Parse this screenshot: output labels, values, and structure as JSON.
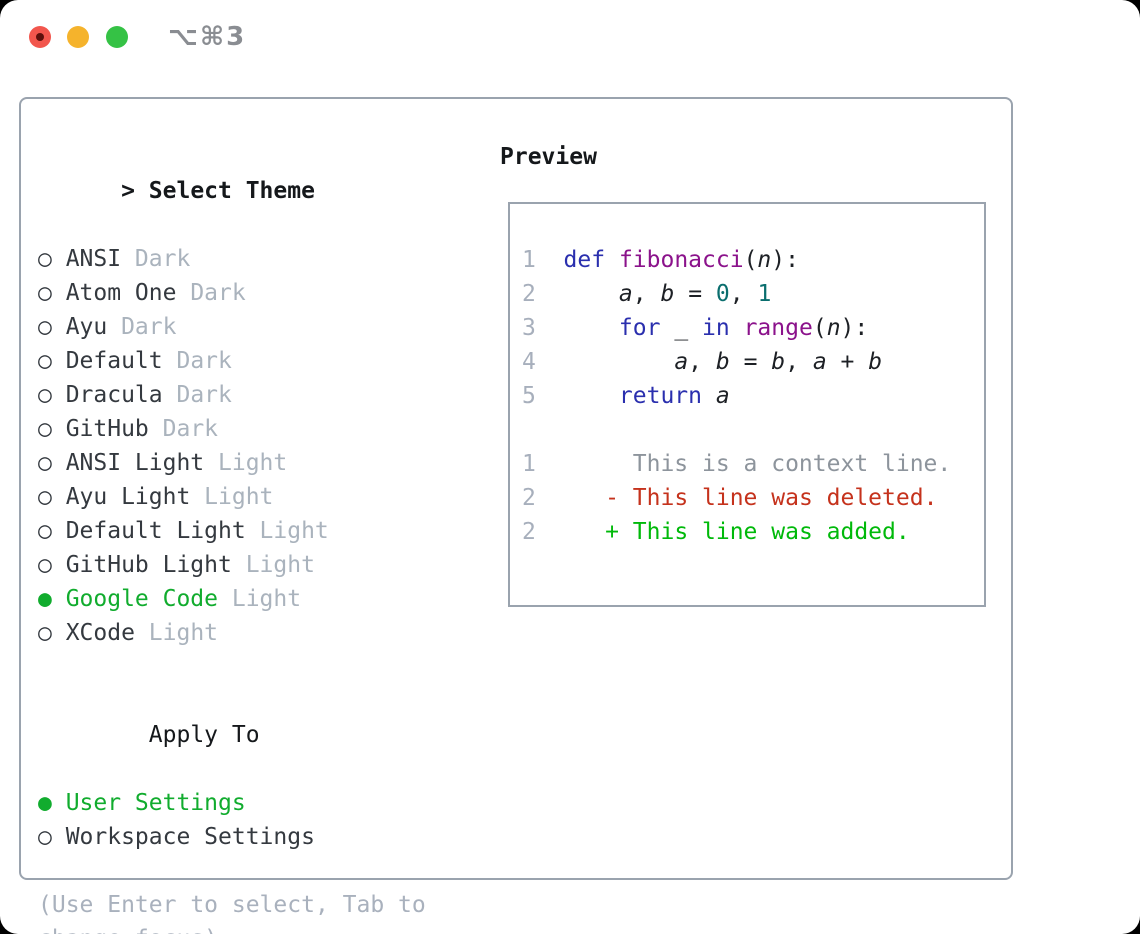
{
  "window": {
    "title": "⌥⌘3"
  },
  "colors": {
    "kw": "#2a2fae",
    "fn": "#8b128b",
    "num": "#0a6e6e",
    "text": "#1d2025",
    "ln": "#a7afbc",
    "ctx": "#8d949c",
    "del": "#c5321c",
    "add": "#00b90a",
    "sel": "#11ac2e",
    "muted": "#aab3bd",
    "name": "#34393f",
    "header": "#15181b",
    "help": "#a9b1bd",
    "border": "#9aa3ae",
    "titlebar_text": "#8a8d92",
    "light_red": "#f2564d",
    "light_red_dot": "#5c100c",
    "light_yellow": "#f5b32c",
    "light_green": "#35c245"
  },
  "theme_picker": {
    "header_prefix": ">",
    "header": "Select Theme",
    "items": [
      {
        "name": "ANSI",
        "variant": "Dark",
        "selected": false
      },
      {
        "name": "Atom One",
        "variant": "Dark",
        "selected": false
      },
      {
        "name": "Ayu",
        "variant": "Dark",
        "selected": false
      },
      {
        "name": "Default",
        "variant": "Dark",
        "selected": false
      },
      {
        "name": "Dracula",
        "variant": "Dark",
        "selected": false
      },
      {
        "name": "GitHub",
        "variant": "Dark",
        "selected": false
      },
      {
        "name": "ANSI Light",
        "variant": "Light",
        "selected": false
      },
      {
        "name": "Ayu Light",
        "variant": "Light",
        "selected": false
      },
      {
        "name": "Default Light",
        "variant": "Light",
        "selected": false
      },
      {
        "name": "GitHub Light",
        "variant": "Light",
        "selected": false
      },
      {
        "name": "Google Code",
        "variant": "Light",
        "selected": true
      },
      {
        "name": "XCode",
        "variant": "Light",
        "selected": false
      }
    ]
  },
  "apply_to": {
    "header": "Apply To",
    "options": [
      {
        "label": "User Settings",
        "selected": true
      },
      {
        "label": "Workspace Settings",
        "selected": false
      }
    ]
  },
  "help_text": "(Use Enter to select, Tab to change focus)",
  "preview": {
    "header": "Preview",
    "lines": [
      {
        "num": "1",
        "tokens": [
          {
            "t": "def",
            "c": "kw"
          },
          {
            "t": " ",
            "c": "pl"
          },
          {
            "t": "fibonacci",
            "c": "fn"
          },
          {
            "t": "(",
            "c": "pl"
          },
          {
            "t": "n",
            "c": "va"
          },
          {
            "t": "):",
            "c": "pl"
          }
        ]
      },
      {
        "num": "2",
        "tokens": [
          {
            "t": "    ",
            "c": "pl"
          },
          {
            "t": "a",
            "c": "va"
          },
          {
            "t": ", ",
            "c": "pl"
          },
          {
            "t": "b",
            "c": "va"
          },
          {
            "t": " = ",
            "c": "pl"
          },
          {
            "t": "0",
            "c": "nu"
          },
          {
            "t": ", ",
            "c": "pl"
          },
          {
            "t": "1",
            "c": "nu"
          }
        ]
      },
      {
        "num": "3",
        "tokens": [
          {
            "t": "    ",
            "c": "pl"
          },
          {
            "t": "for",
            "c": "kw"
          },
          {
            "t": " _ ",
            "c": "pl"
          },
          {
            "t": "in",
            "c": "kw"
          },
          {
            "t": " ",
            "c": "pl"
          },
          {
            "t": "range",
            "c": "fn"
          },
          {
            "t": "(",
            "c": "pl"
          },
          {
            "t": "n",
            "c": "va"
          },
          {
            "t": "):",
            "c": "pl"
          }
        ]
      },
      {
        "num": "4",
        "tokens": [
          {
            "t": "        ",
            "c": "pl"
          },
          {
            "t": "a",
            "c": "va"
          },
          {
            "t": ", ",
            "c": "pl"
          },
          {
            "t": "b",
            "c": "va"
          },
          {
            "t": " = ",
            "c": "pl"
          },
          {
            "t": "b",
            "c": "va"
          },
          {
            "t": ", ",
            "c": "pl"
          },
          {
            "t": "a",
            "c": "va"
          },
          {
            "t": " + ",
            "c": "pl"
          },
          {
            "t": "b",
            "c": "va"
          }
        ]
      },
      {
        "num": "5",
        "tokens": [
          {
            "t": "    ",
            "c": "pl"
          },
          {
            "t": "return",
            "c": "kw"
          },
          {
            "t": " ",
            "c": "pl"
          },
          {
            "t": "a",
            "c": "va"
          }
        ]
      },
      {
        "num": "",
        "tokens": []
      },
      {
        "num": "1",
        "tokens": [
          {
            "t": "     This is a context line.",
            "c": "ctx"
          }
        ]
      },
      {
        "num": "2",
        "tokens": [
          {
            "t": "   ",
            "c": "pl"
          },
          {
            "t": "- This line was deleted.",
            "c": "del"
          }
        ]
      },
      {
        "num": "2",
        "tokens": [
          {
            "t": "   ",
            "c": "pl"
          },
          {
            "t": "+ This line was added.",
            "c": "add"
          }
        ]
      }
    ]
  }
}
